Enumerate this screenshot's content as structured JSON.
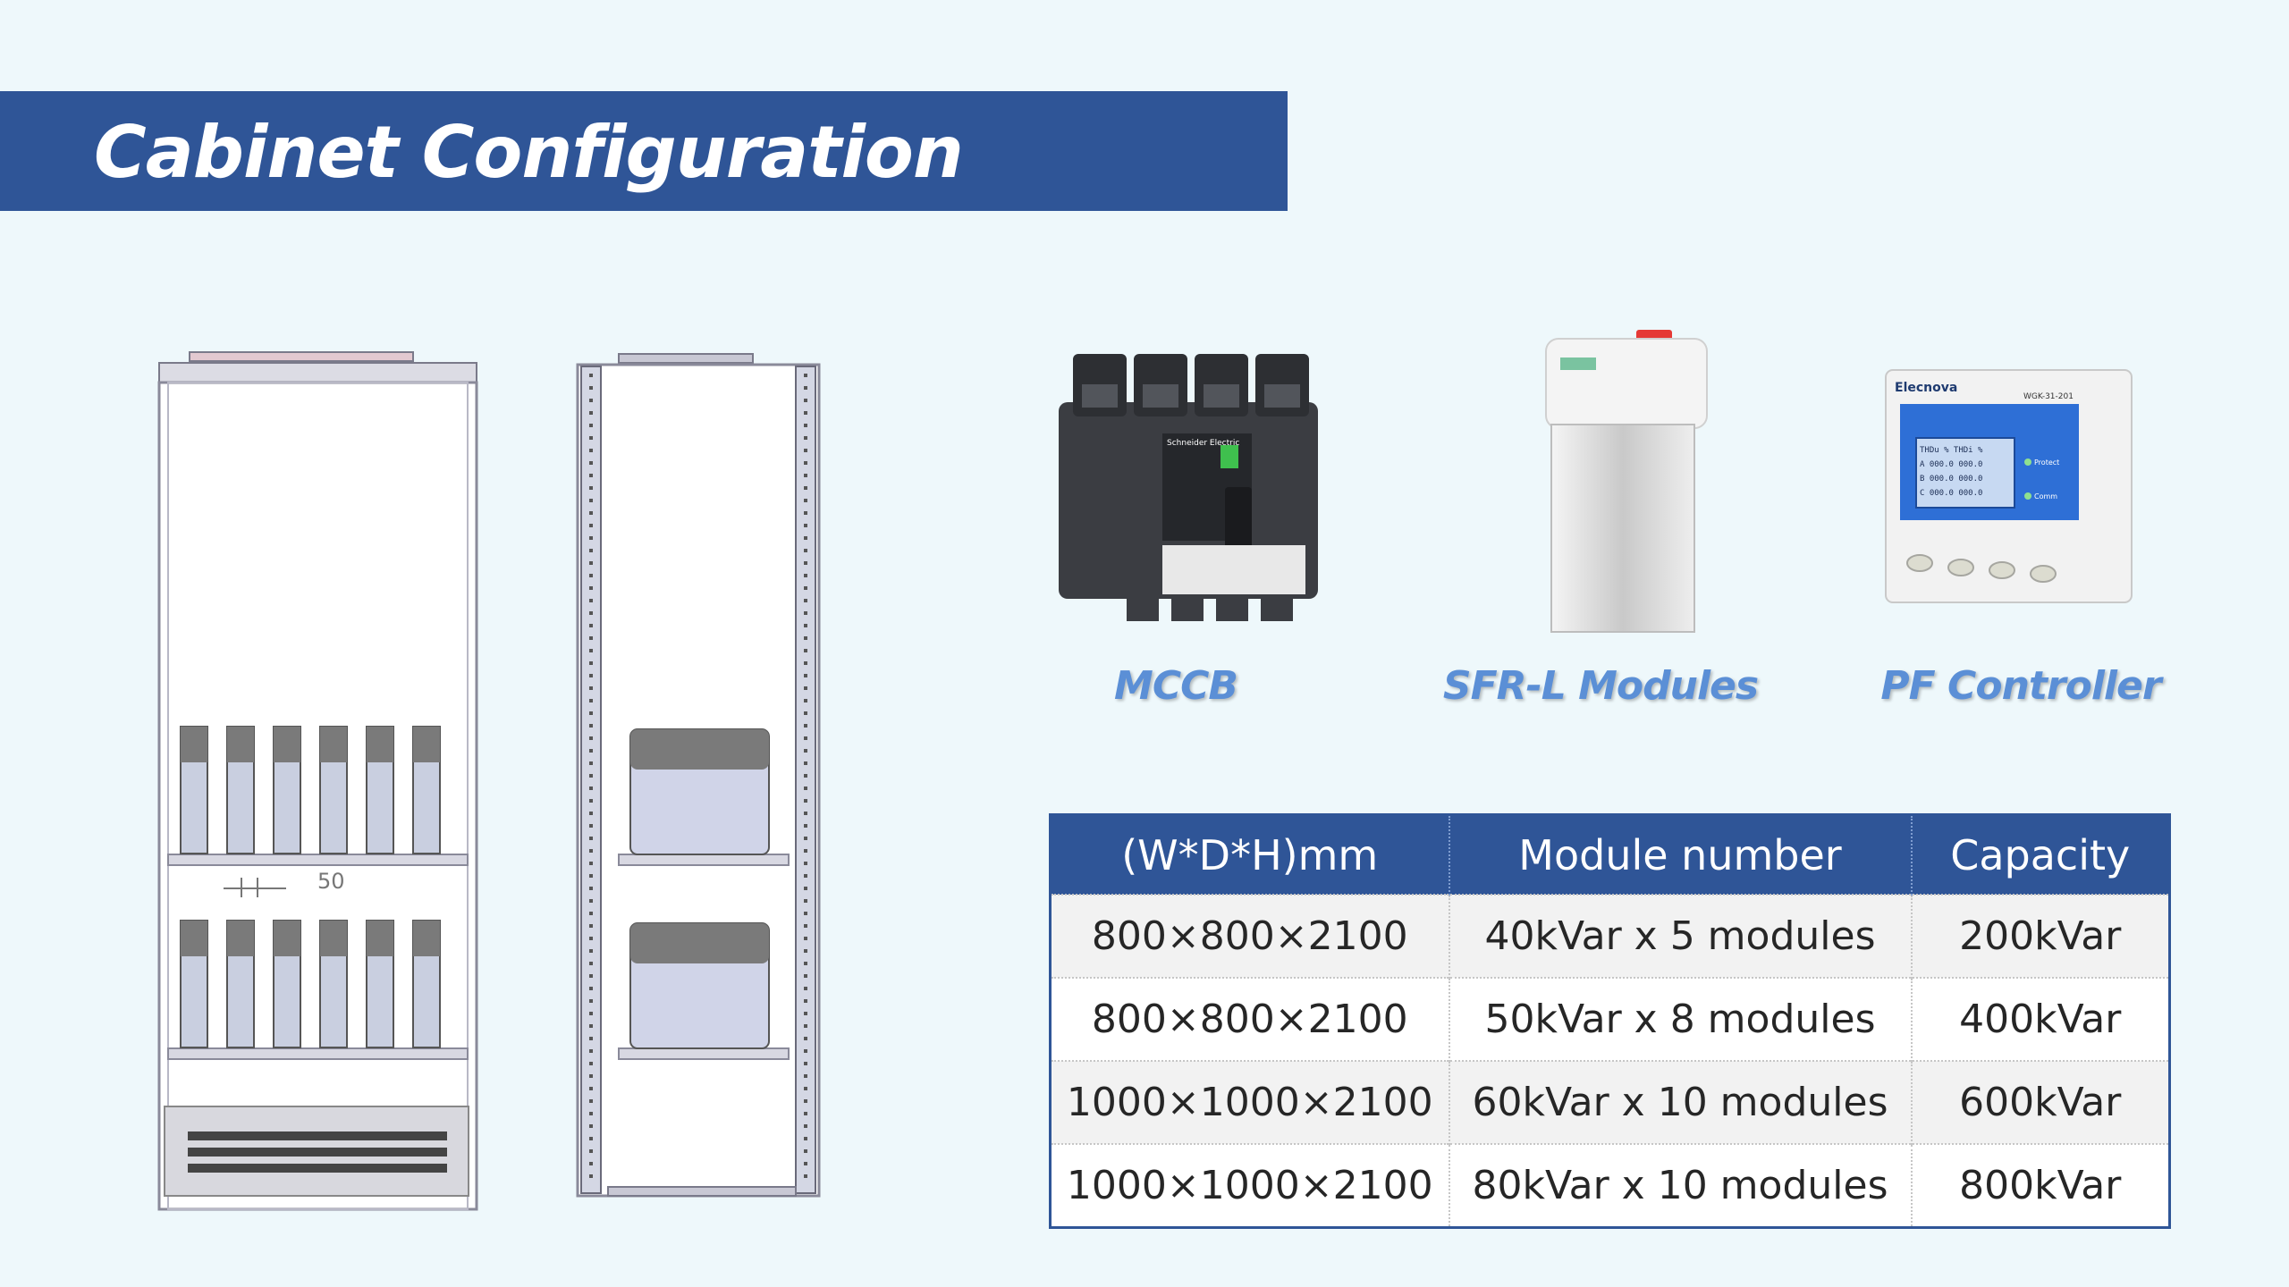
{
  "slide": {
    "title": "Cabinet Configuration"
  },
  "products": [
    {
      "name": "MCCB",
      "brand_text": "Schneider Electric",
      "icon": "mccb-breaker"
    },
    {
      "name": "SFR-L Modules",
      "icon": "capacitor-module"
    },
    {
      "name": "PF Controller",
      "brand_text": "Elecnova",
      "model_text": "WGK-31-201",
      "icon": "pf-controller-meter",
      "screen_rows": [
        "THDu %  THDi %",
        "A 000.0  000.0",
        "B 000.0  000.0",
        "C 000.0  000.0"
      ],
      "indicators": [
        "Protect",
        "Comm"
      ]
    }
  ],
  "drawing": {
    "dimension_label": "50"
  },
  "spec_table": {
    "headers": [
      "(W*D*H)mm",
      "Module number",
      "Capacity"
    ],
    "rows": [
      [
        "800×800×2100",
        "40kVar x 5 modules",
        "200kVar"
      ],
      [
        "800×800×2100",
        "50kVar x 8 modules",
        "400kVar"
      ],
      [
        "1000×1000×2100",
        "60kVar x 10 modules",
        "600kVar"
      ],
      [
        "1000×1000×2100",
        "80kVar x 10 modules",
        "800kVar"
      ]
    ]
  },
  "colors": {
    "title_bar": "#2f5597",
    "caption": "#5b8fd6",
    "background": "#eef8fb"
  }
}
